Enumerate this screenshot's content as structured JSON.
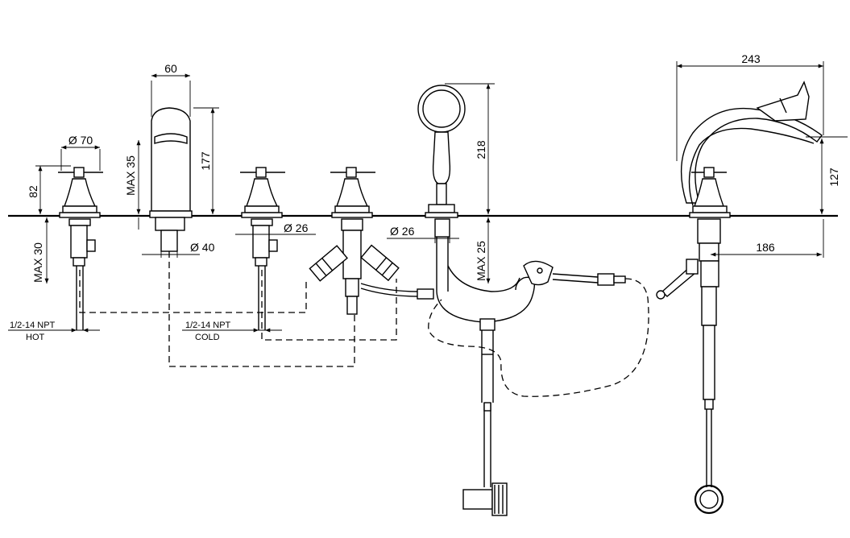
{
  "dimensions": {
    "spout_width": "60",
    "spout_height": "177",
    "spout_max": "MAX 35",
    "spout_base": "Ø 40",
    "handle_dia": "Ø 70",
    "handle_height": "82",
    "below_deck_max": "MAX 30",
    "valve_dia": "Ø 26",
    "diverter_dia": "Ø 26",
    "handshower_height": "218",
    "handshower_max": "MAX 25",
    "side_width": "243",
    "side_height": "127",
    "side_reach": "186"
  },
  "labels": {
    "hot_thread": "1/2-14 NPT",
    "hot": "HOT",
    "cold_thread": "1/2-14 NPT",
    "cold": "COLD"
  }
}
